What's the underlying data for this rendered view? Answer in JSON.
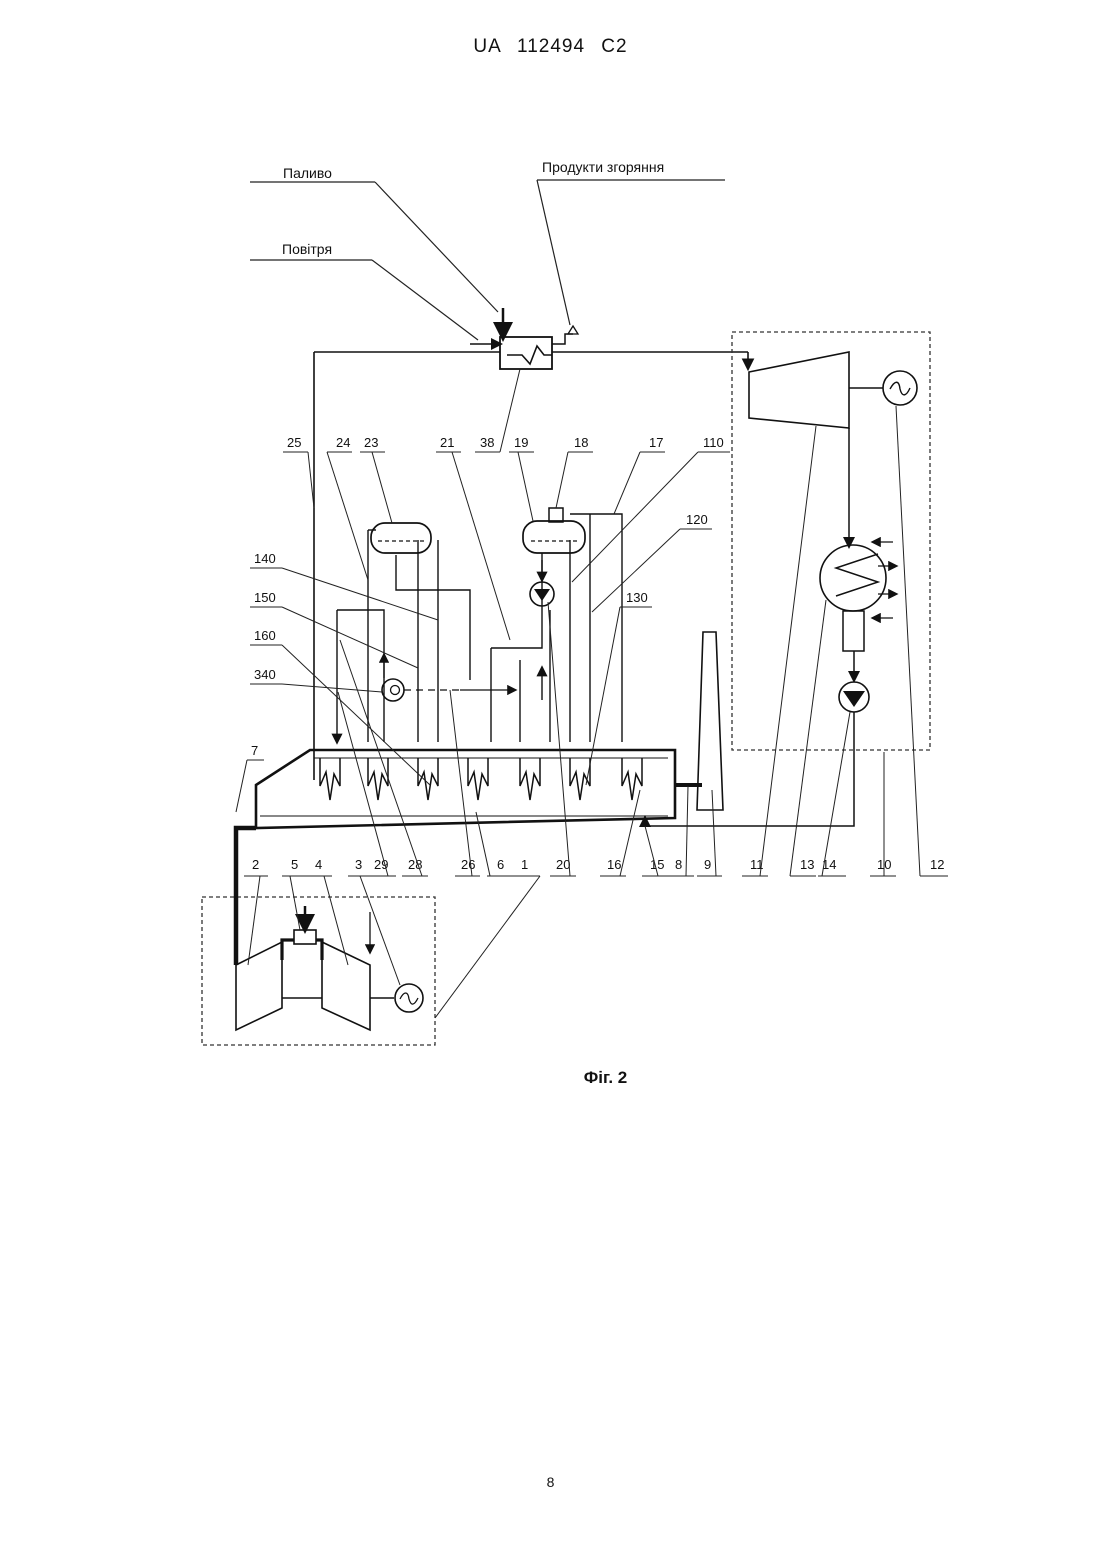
{
  "header": "UA 112494 C2",
  "caption": "Фіг. 2",
  "page_number": "8",
  "diagram": {
    "inputs": {
      "fuel": "Паливо",
      "air": "Повітря",
      "combustion_products": "Продукти згоряння"
    },
    "reference_numerals": [
      "25",
      "24",
      "23",
      "21",
      "38",
      "19",
      "18",
      "17",
      "110",
      "120",
      "140",
      "150",
      "160",
      "340",
      "130",
      "7",
      "2",
      "5",
      "4",
      "3",
      "29",
      "28",
      "26",
      "6",
      "1",
      "20",
      "16",
      "15",
      "8",
      "9",
      "11",
      "13",
      "14",
      "10",
      "12"
    ]
  }
}
